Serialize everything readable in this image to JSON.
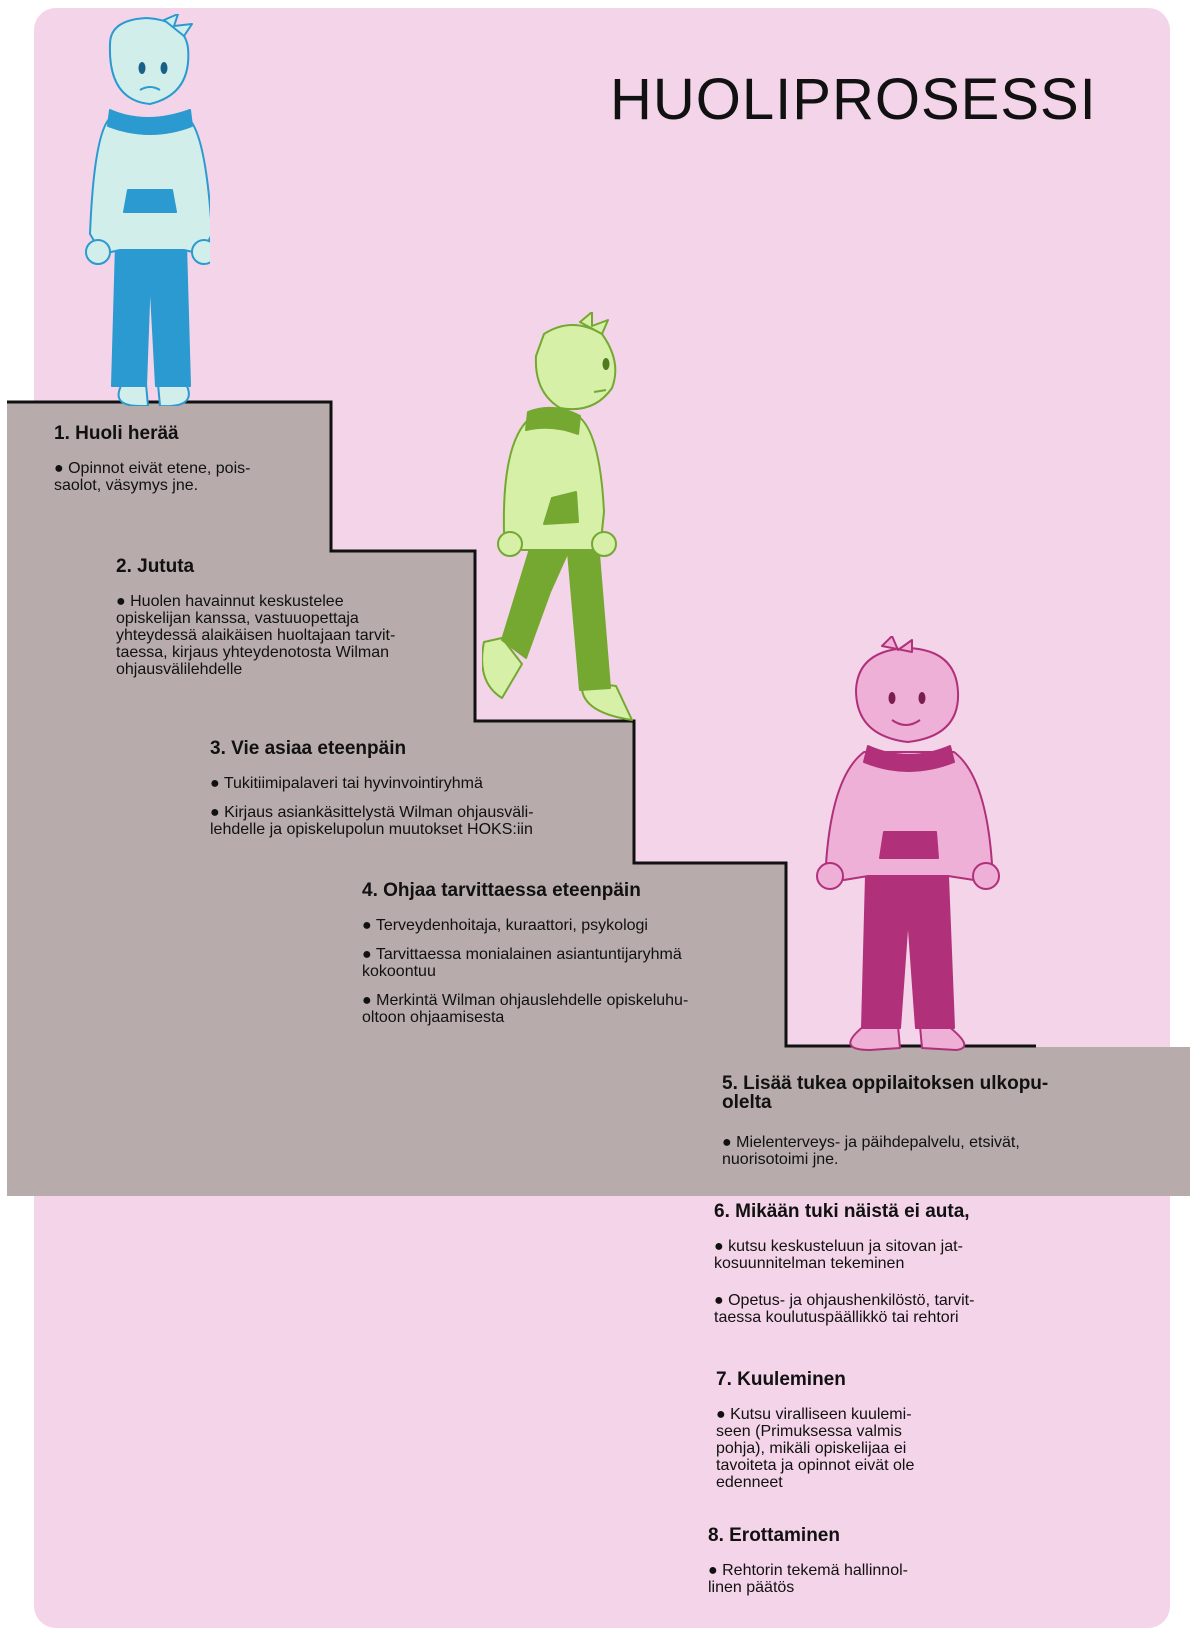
{
  "title": "HUOLIPROSESSI",
  "colors": {
    "background": "#f4d4e9",
    "stairs": "#b7abab",
    "figure_blue_light": "#d2eeeb",
    "figure_blue_dark": "#2a9ad0",
    "figure_green_light": "#d6f0a8",
    "figure_green_dark": "#74a831",
    "figure_pink_light": "#efb0d8",
    "figure_pink_dark": "#b0307a"
  },
  "figures": [
    "worried-student-blue",
    "walking-student-green",
    "standing-student-pink"
  ],
  "steps": [
    {
      "heading": "1. Huoli herää",
      "bullets": [
        "● Opinnot eivät etene, pois-\nsaolot, väsymys jne."
      ]
    },
    {
      "heading": "2. Jututa",
      "bullets": [
        "● Huolen havainnut keskustelee\nopiskelijan kanssa, vastuuopettaja\nyhteydessä alaikäisen huoltajaan tarvit-\ntaessa, kirjaus yhteydenotosta Wilman\nohjausvälilehdelle"
      ]
    },
    {
      "heading": "3. Vie asiaa eteenpäin",
      "bullets": [
        "● Tukitiimipalaveri tai hyvinvointiryhmä",
        "● Kirjaus asiankäsittelystä Wilman ohjausväli-\nlehdelle ja opiskelupolun muutokset HOKS:iin"
      ]
    },
    {
      "heading": "4. Ohjaa tarvittaessa eteenpäin",
      "bullets": [
        "● Terveydenhoitaja, kuraattori, psykologi",
        "● Tarvittaessa monialainen asiantuntijaryhmä\nkokoontuu",
        "● Merkintä Wilman ohjauslehdelle opiskeluhu-\noltoon ohjaamisesta"
      ]
    },
    {
      "heading": "5. Lisää tukea oppilaitoksen ulkopu-\nolelta",
      "bullets": [
        "● Mielenterveys- ja päihdepalvelu, etsivät,\nnuorisotoimi jne."
      ]
    },
    {
      "heading": "6. Mikään tuki näistä ei auta,",
      "bullets": [
        "● kutsu keskusteluun ja sitovan jat-\nkosuunnitelman tekeminen",
        "● Opetus- ja ohjaushenkilöstö, tarvit-\ntaessa koulutuspäällikkö tai rehtori"
      ]
    },
    {
      "heading": "7. Kuuleminen",
      "bullets": [
        "● Kutsu viralliseen kuulemi-\nseen (Primuksessa valmis\npohja), mikäli opiskelijaa ei\ntavoiteta ja opinnot eivät ole\nedenneet"
      ]
    },
    {
      "heading": "8. Erottaminen",
      "bullets": [
        "● Rehtorin tekemä hallinnol-\nlinen päätös"
      ]
    }
  ]
}
